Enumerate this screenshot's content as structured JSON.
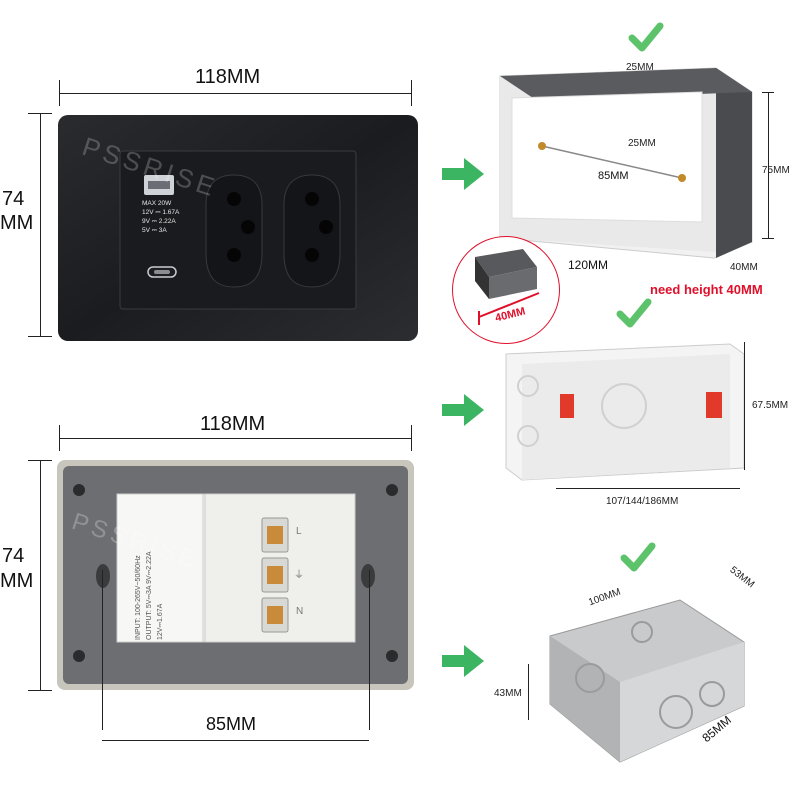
{
  "top_panel": {
    "width_label": "118MM",
    "height_label_line1": "74",
    "height_label_line2": "MM",
    "watermark": "PSSRISE",
    "usb_spec": [
      "MAX 20W",
      "12V ⎓ 1.67A",
      "9V ⎓ 2.22A",
      "5V ⎓ 3A"
    ]
  },
  "bottom_panel": {
    "width_label": "118MM",
    "height_label_line1": "74",
    "height_label_line2": "MM",
    "bottom_label": "85MM",
    "watermark": "PSSRISE",
    "module_text_1": "INPUT: 100-265V~50/60Hz",
    "module_text_2": "OUTPUT: 5V⎓3A  9V⎓2.22A",
    "module_text_3": "12V⎓1.67A",
    "terminal_labels": [
      "L",
      "⏚",
      "N"
    ]
  },
  "box1": {
    "top_label": "25MM",
    "inner_label": "25MM",
    "span_label": "85MM",
    "width_label": "120MM",
    "height_label": "75MM",
    "depth_label": "40MM",
    "note": "need height 40MM",
    "zoom_label": "40MM"
  },
  "box2": {
    "height_label": "67.5MM",
    "width_label": "107/144/186MM"
  },
  "box3": {
    "length_label": "100MM",
    "width_label": "53MM",
    "height_label": "43MM",
    "span_label": "85MM"
  },
  "colors": {
    "check_green": "#5cc36b",
    "arrow_green": "#3cb562",
    "accent_red": "#e0102a"
  }
}
